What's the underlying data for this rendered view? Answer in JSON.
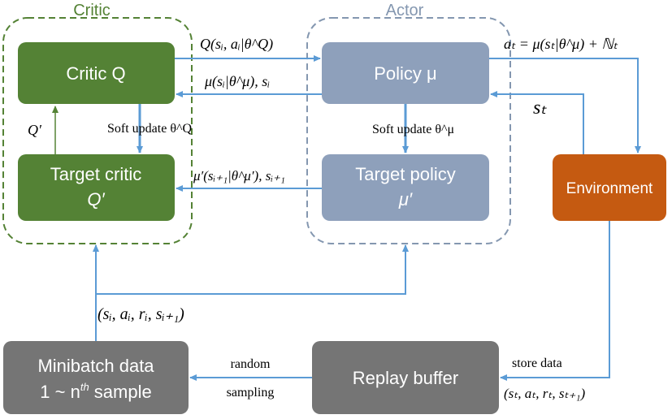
{
  "groups": {
    "critic": {
      "title": "Critic",
      "color": "#548235"
    },
    "actor": {
      "title": "Actor",
      "color": "#8497b0"
    }
  },
  "boxes": {
    "critic_q": {
      "label": "Critic Q",
      "color": "#548235"
    },
    "target_critic": {
      "label_line1": "Target critic",
      "label_line2": "Q′",
      "color": "#548235"
    },
    "policy": {
      "label": "Policy μ",
      "color": "#8ea0bb"
    },
    "target_policy": {
      "label_line1": "Target policy",
      "label_line2": "μ′",
      "color": "#8ea0bb"
    },
    "environment": {
      "label": "Environment",
      "color": "#c55a11"
    },
    "replay_buffer": {
      "label": "Replay buffer",
      "color": "#757575"
    },
    "minibatch": {
      "label_line1": "Minibatch data",
      "label_line2_prefix": "1 ~ n",
      "label_line2_sup": "th",
      "label_line2_suffix": " sample",
      "color": "#757575"
    }
  },
  "edge_labels": {
    "q_value": "Q(sᵢ, aᵢ|θ^Q)",
    "mu_input": "μ(sᵢ|θ^μ), sᵢ",
    "soft_update_q": "Soft update θ^Q",
    "soft_update_mu": "Soft update θ^μ",
    "q_prime": "Q′",
    "mu_prime_input": "μ′(sᵢ₊₁|θ^μ′), sᵢ₊₁",
    "action": "aₜ = μ(sₜ|θ^μ) + ℕₜ",
    "state": "sₜ",
    "store_data": "store data",
    "transition_store": "(sₜ, aₜ, rₜ, sₜ₊₁)",
    "random": "random",
    "sampling": "sampling",
    "minibatch_tuple": "(sᵢ, aᵢ, rᵢ, sᵢ₊₁)"
  },
  "arrow_color": "#5b9bd5",
  "flow_color": "#548235"
}
